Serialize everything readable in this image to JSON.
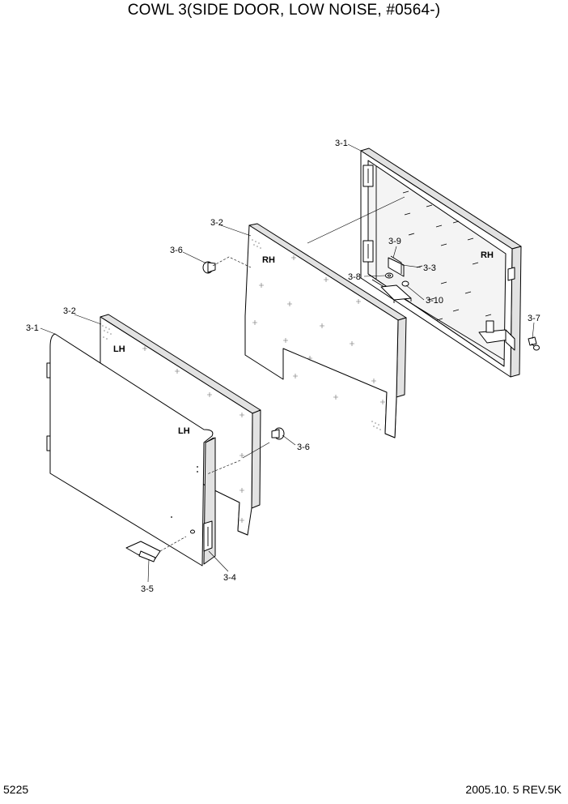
{
  "title": "COWL 3(SIDE DOOR, LOW NOISE, #0564-)",
  "footer": {
    "page_number": "5225",
    "revision": "2005.10. 5  REV.5K"
  },
  "side_labels": {
    "rh_panel": "RH",
    "rh_door": "RH",
    "lh_panel": "LH",
    "lh_door": "LH"
  },
  "callouts": {
    "door_rh": "3-1",
    "panel_rh": "3-2",
    "plug_rh": "3-6",
    "handle_rh": "3-9",
    "handle_nut": "3-3",
    "washer": "3-8",
    "bracket": "3-10",
    "bolt": "3-7",
    "panel_lh": "3-2",
    "door_lh": "3-1",
    "plug_lh": "3-6",
    "latch": "3-4",
    "grip": "3-5"
  }
}
